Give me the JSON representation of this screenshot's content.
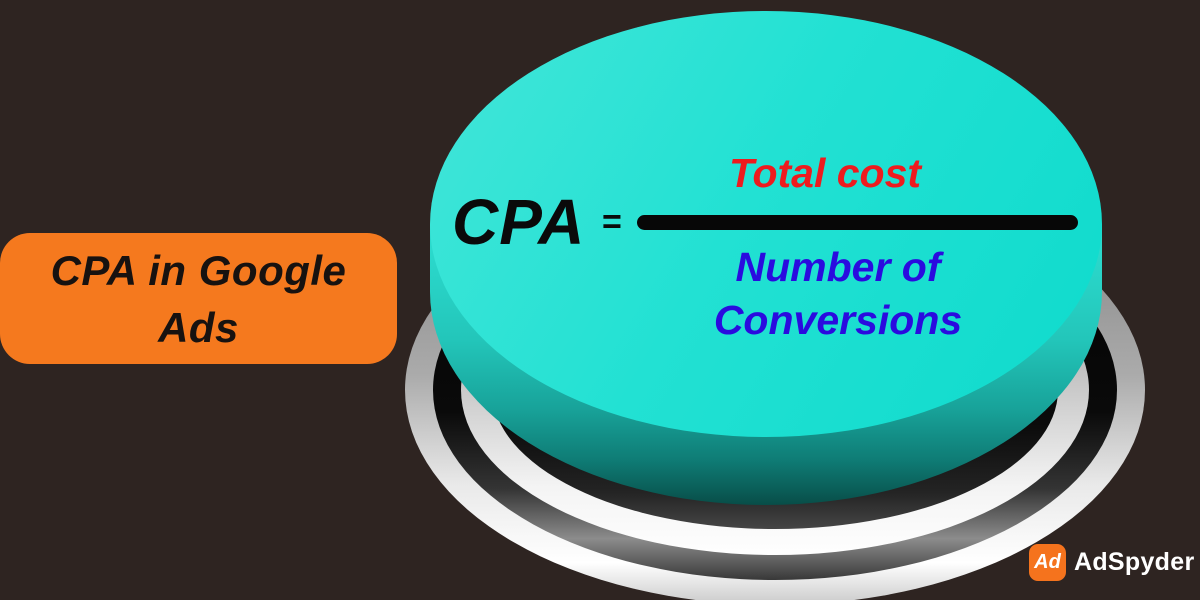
{
  "page": {
    "background_color": "#2e2421"
  },
  "title_card": {
    "lines": [
      "CPA in Google",
      "Ads"
    ],
    "background_color": "#f5791e",
    "text_color": "#171210"
  },
  "formula": {
    "lhs": "CPA",
    "equals": "=",
    "numerator": "Total cost",
    "denominator_lines": [
      "Number of",
      "Conversions"
    ],
    "lhs_color": "#0a0a0a",
    "numerator_color": "#ee1b1e",
    "denominator_color": "#2a0bdf",
    "bar_color": "#070707"
  },
  "button_art": {
    "face_color": "#22e1d3",
    "side_color": "#14968d",
    "base_ring_colors": [
      "#e9e9e9",
      "#111111",
      "#f4f4f4",
      "#0b0b0b"
    ]
  },
  "branding": {
    "icon_text": "Ad",
    "icon_color": "#f5731d",
    "name": "AdSpyder",
    "name_color": "#ffffff"
  }
}
